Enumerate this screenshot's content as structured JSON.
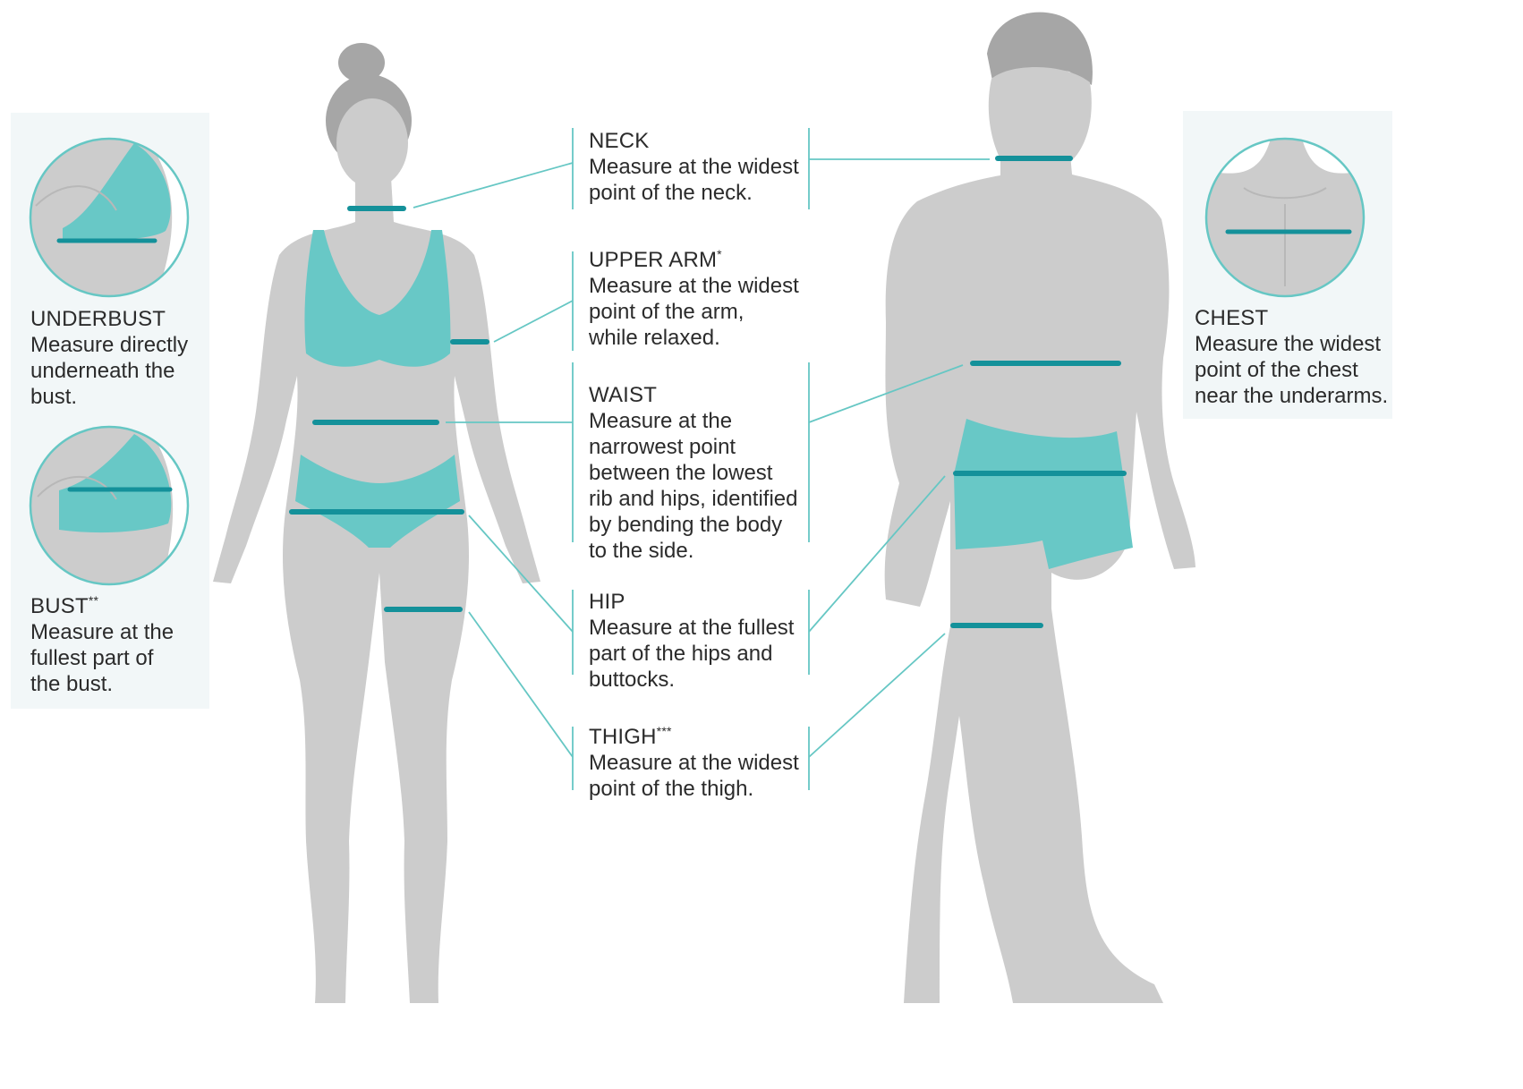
{
  "colors": {
    "body": "#cccccc",
    "hair": "#a6a6a6",
    "garment": "#68c8c6",
    "tape": "#14919a",
    "leader": "#66c7c4",
    "panel": "#f2f7f8",
    "text": "#2b2b2b"
  },
  "center_labels": [
    {
      "key": "neck",
      "title": "NECK",
      "mark": "",
      "desc": [
        "Measure at the widest",
        "point of the neck."
      ]
    },
    {
      "key": "upper-arm",
      "title": "UPPER ARM",
      "mark": "*",
      "desc": [
        "Measure at the widest",
        "point of the arm,",
        "while relaxed."
      ]
    },
    {
      "key": "waist",
      "title": "WAIST",
      "mark": "",
      "desc": [
        "Measure at the",
        "narrowest point",
        "between the lowest",
        "rib and hips, identified",
        "by bending the body",
        "to the side."
      ]
    },
    {
      "key": "hip",
      "title": "HIP",
      "mark": "",
      "desc": [
        "Measure at the fullest",
        "part of the hips and",
        "buttocks."
      ]
    },
    {
      "key": "thigh",
      "title": "THIGH",
      "mark": "***",
      "desc": [
        "Measure at the widest",
        "point of the thigh."
      ]
    }
  ],
  "side_labels": [
    {
      "key": "underbust",
      "title": "UNDERBUST",
      "mark": "",
      "desc": [
        "Measure directly",
        "underneath the",
        "bust."
      ]
    },
    {
      "key": "bust",
      "title": "BUST",
      "mark": "**",
      "desc": [
        "Measure at the",
        "fullest part of",
        "the bust."
      ]
    },
    {
      "key": "chest",
      "title": "CHEST",
      "mark": "",
      "desc": [
        "Measure the widest",
        "point of the chest",
        "near the underarms."
      ]
    }
  ]
}
